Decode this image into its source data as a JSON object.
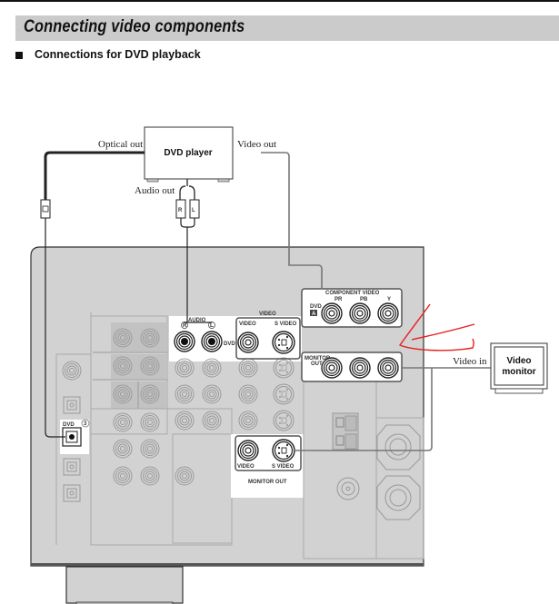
{
  "section_title": "Connecting video components",
  "subsection_title": "Connections for DVD playback",
  "diagram": {
    "dvd_player": {
      "label": "DVD player",
      "optical_out_label": "Optical out",
      "video_out_label": "Video out",
      "audio_out_label": "Audio out",
      "plug_r": "R",
      "plug_l": "L"
    },
    "receiver": {
      "audio_group_label": "AUDIO",
      "audio_r": "R",
      "audio_l": "L",
      "dvd_label": "DVD",
      "video_group_label": "VIDEO",
      "video_label": "VIDEO",
      "s_video_label": "S VIDEO",
      "component_video_label": "COMPONENT VIDEO",
      "pr_label": "PR",
      "pb_label": "PB",
      "y_label": "Y",
      "component_dvd_label": "DVD",
      "component_input_letter": "A",
      "monitor_out_label": "MONITOR OUT",
      "monitor_out_short_1": "MONITOR",
      "monitor_out_short_2": "OUT",
      "monitor_video_label": "VIDEO",
      "monitor_s_video_label": "S VIDEO",
      "optical_dvd_label": "DVD",
      "optical_number": "3"
    },
    "video_monitor": {
      "label_line1": "Video",
      "label_line2": "monitor",
      "video_in_label": "Video in"
    },
    "annotation_color": "#e8201c"
  }
}
